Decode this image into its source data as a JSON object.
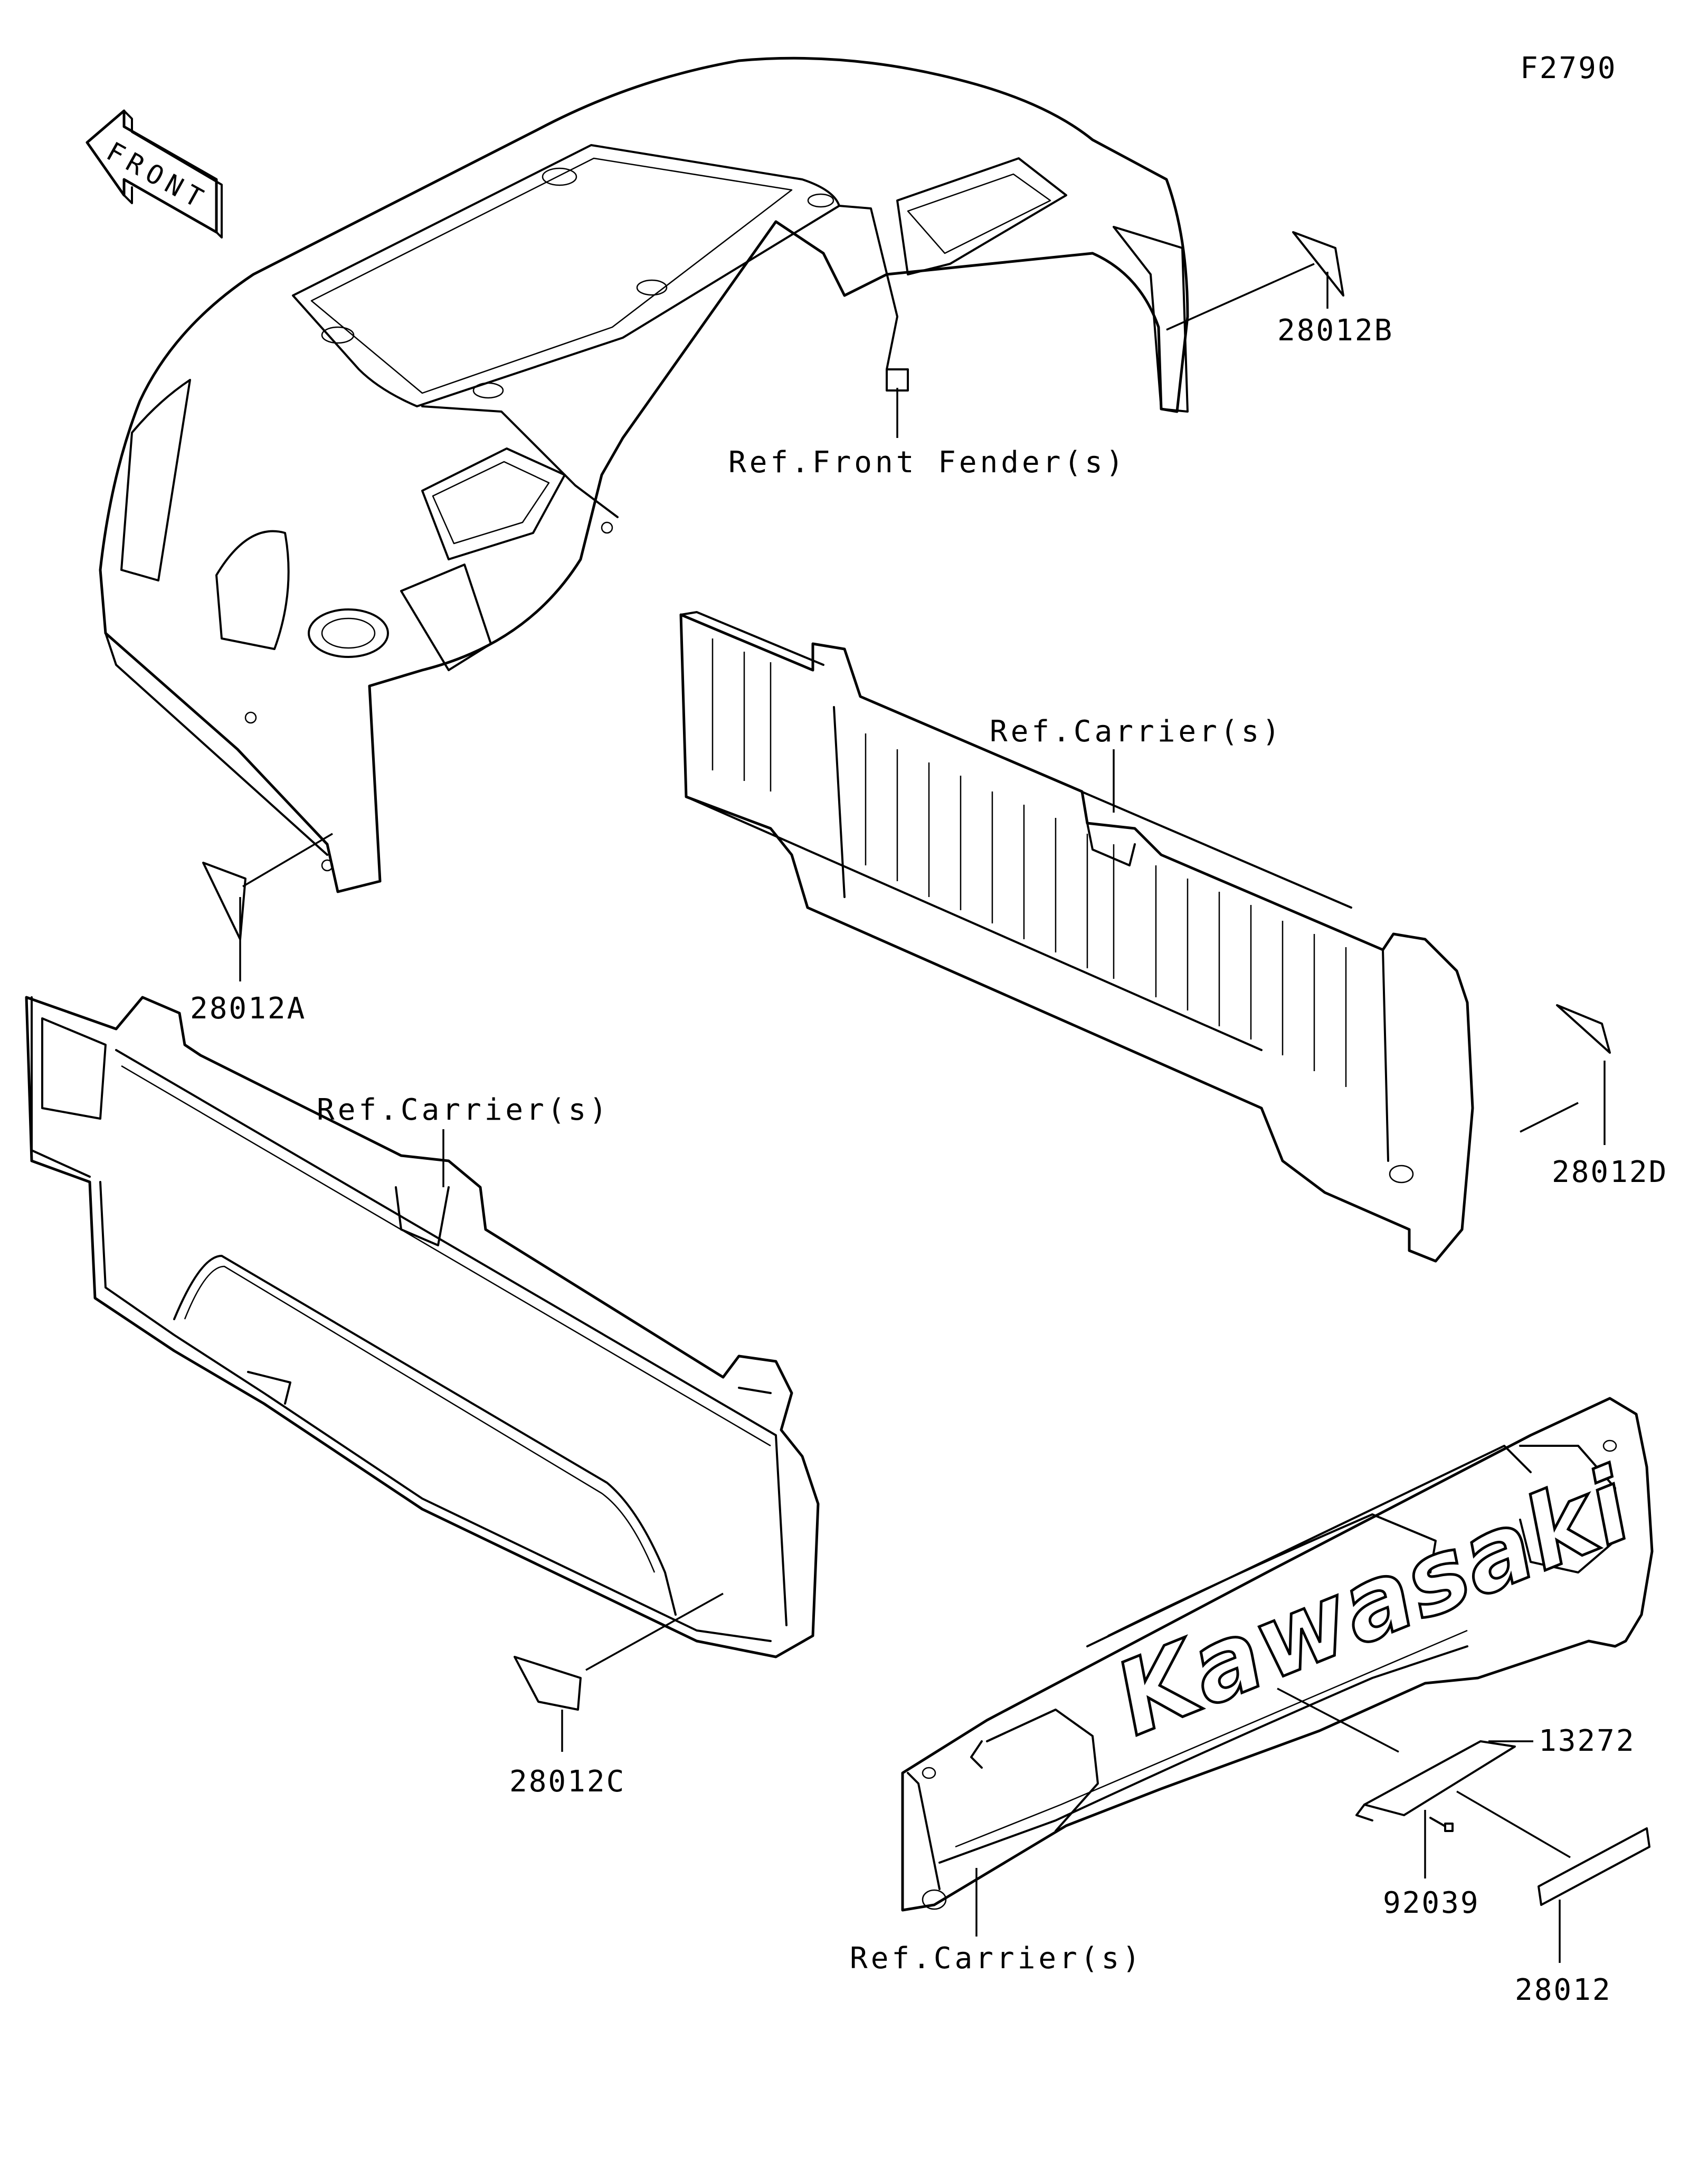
{
  "diagram": {
    "figure_code": "F2790",
    "front_arrow_text": "FRONT",
    "references": {
      "front_fender": "Ref.Front Fender(s)",
      "carrier_middle": "Ref.Carrier(s)",
      "carrier_left": "Ref.Carrier(s)",
      "carrier_bottom": "Ref.Carrier(s)"
    },
    "part_numbers": {
      "decal_a": "28012A",
      "decal_b": "28012B",
      "decal_c": "28012C",
      "decal_d": "28012D",
      "emblem": "13272",
      "clip": "92039",
      "decal_plain": "28012"
    },
    "logo_text": "Kawasaki"
  }
}
